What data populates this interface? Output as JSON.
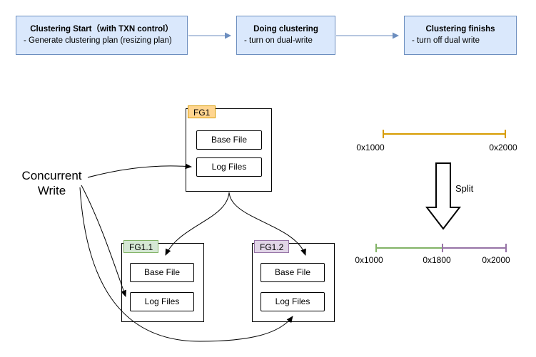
{
  "flow": {
    "steps": [
      {
        "title": "Clustering Start（with TXN control）",
        "subtitle": "- Generate clustering plan (resizing plan)"
      },
      {
        "title": "Doing clustering",
        "subtitle": "- turn on dual-write"
      },
      {
        "title": "Clustering finishs",
        "subtitle": "- turn off dual write"
      }
    ]
  },
  "diagram": {
    "concurrent_write_label": "Concurrent\nWrite",
    "file_groups": [
      {
        "label": "FG1",
        "files": [
          "Base File",
          "Log Files"
        ],
        "tab_fill": "#ffd590",
        "tab_border": "#d79b00"
      },
      {
        "label": "FG1.1",
        "files": [
          "Base File",
          "Log Files"
        ],
        "tab_fill": "#d5e8d4",
        "tab_border": "#82b366"
      },
      {
        "label": "FG1.2",
        "files": [
          "Base File",
          "Log Files"
        ],
        "tab_fill": "#e1d5e7",
        "tab_border": "#9673a6"
      }
    ]
  },
  "ranges": {
    "before": {
      "start": "0x1000",
      "end": "0x2000",
      "color": "#d79b00"
    },
    "split_label": "Split",
    "after": {
      "start": "0x1000",
      "mid": "0x1800",
      "end": "0x2000",
      "left_color": "#82b366",
      "right_color": "#9673a6"
    }
  },
  "colors": {
    "flow_box_fill": "#dae8fc",
    "flow_box_border": "#6c8ebf",
    "arrow_black": "#000000"
  }
}
